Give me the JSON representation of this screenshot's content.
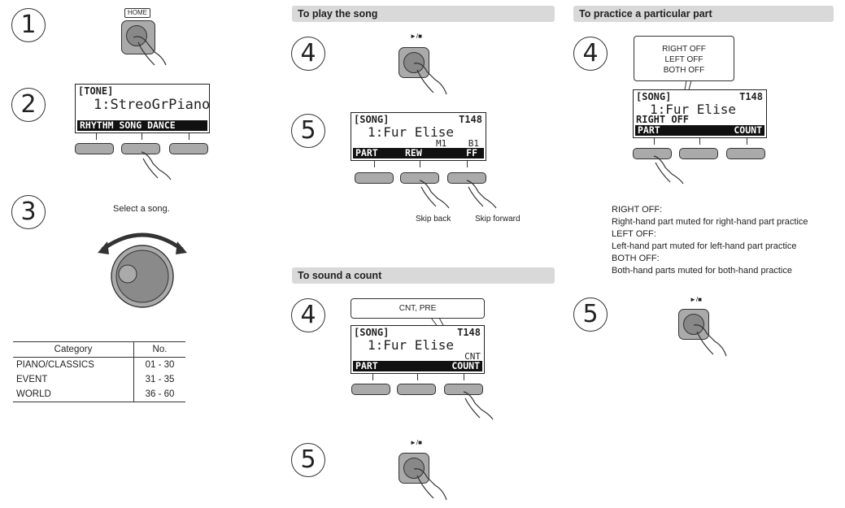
{
  "left": {
    "step1": {
      "num": "1",
      "home_label": "HOME"
    },
    "step2": {
      "num": "2",
      "lcd_line1": "[TONE]",
      "lcd_line2": "1:StreoGrPiano",
      "softbar": "RHYTHM SONG DANCE"
    },
    "step3": {
      "num": "3",
      "caption": "Select a song."
    },
    "table": {
      "headers": [
        "Category",
        "No."
      ],
      "rows": [
        [
          "PIANO/CLASSICS",
          "01 - 30"
        ],
        [
          "EVENT",
          "31 - 35"
        ],
        [
          "WORLD",
          "36 - 60"
        ]
      ]
    }
  },
  "play": {
    "title": "To play the song",
    "step4": {
      "num": "4",
      "btn_label": "►/■"
    },
    "step5": {
      "num": "5",
      "lcd_l1a": "[SONG]",
      "lcd_l1b": "T148",
      "lcd_l2": "1:Fur Elise",
      "lcd_l3a": "M1",
      "lcd_l3b": "B1",
      "soft1": "PART",
      "soft2": "REW",
      "soft3": "FF",
      "skip_back": "Skip back",
      "skip_forward": "Skip forward"
    }
  },
  "count": {
    "title": "To sound a count",
    "step4": {
      "num": "4",
      "callout": "CNT, PRE",
      "lcd_l1a": "[SONG]",
      "lcd_l1b": "T148",
      "lcd_l2": "1:Fur Elise",
      "lcd_l3": "CNT",
      "soft1": "PART",
      "soft3": "COUNT"
    },
    "step5": {
      "num": "5",
      "btn_label": "►/■"
    }
  },
  "practice": {
    "title": "To practice a particular part",
    "step4": {
      "num": "4",
      "callout": [
        "RIGHT OFF",
        "LEFT OFF",
        "BOTH OFF"
      ],
      "lcd_l1a": "[SONG]",
      "lcd_l1b": "T148",
      "lcd_l2": "1:Fur Elise",
      "lcd_l3": "RIGHT OFF",
      "soft1": "PART",
      "soft3": "COUNT"
    },
    "notes": [
      "RIGHT OFF:",
      "Right-hand part muted for right-hand part practice",
      "LEFT OFF:",
      "Left-hand part muted for left-hand part practice",
      "BOTH OFF:",
      "Both-hand parts muted for both-hand practice"
    ],
    "step5": {
      "num": "5",
      "btn_label": "►/■"
    }
  }
}
